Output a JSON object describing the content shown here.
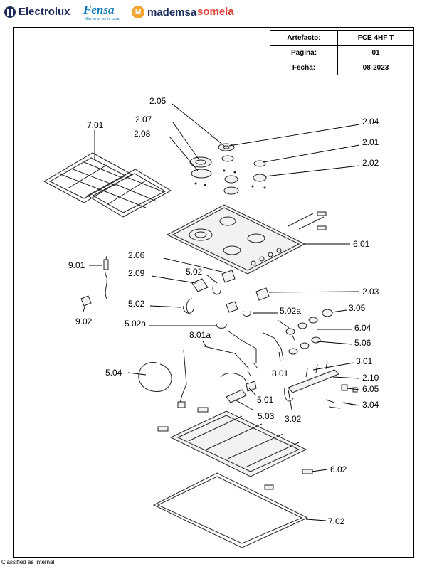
{
  "brands": {
    "electrolux": "Electrolux",
    "fensa": "Fensa",
    "fensa_tagline": "Más amor por tu casa",
    "mademsa": "mademsa",
    "somela": "somela"
  },
  "info_table": {
    "rows": [
      {
        "key": "Artefacto:",
        "value": "FCE 4HF T"
      },
      {
        "key": "Pagina:",
        "value": "01"
      },
      {
        "key": "Fecha:",
        "value": "08-2023"
      }
    ]
  },
  "part_labels": {
    "p2_05": "2.05",
    "p2_07": "2.07",
    "p2_08": "2.08",
    "p2_04": "2.04",
    "p2_01": "2.01",
    "p2_02": "2.02",
    "p7_01": "7.01",
    "p6_01": "6.01",
    "p2_06": "2.06",
    "p9_01": "9.01",
    "p2_09": "2.09",
    "p5_02_a": "5.02",
    "p2_03": "2.03",
    "p5_02_b": "5.02",
    "p5_02a_a": "5.02a",
    "p3_05": "3.05",
    "p9_02": "9.02",
    "p5_02a_b": "5.02a",
    "p6_04": "6.04",
    "p8_01a": "8.01a",
    "p5_06": "5.06",
    "p3_01": "3.01",
    "p8_01": "8.01",
    "p5_04": "5.04",
    "p2_10": "2.10",
    "p6_05": "6.05",
    "p5_01": "5.01",
    "p3_04": "3.04",
    "p5_03": "5.03",
    "p3_02": "3.02",
    "p6_02": "6.02",
    "p7_02": "7.02"
  },
  "footer": "Classified as Internal"
}
